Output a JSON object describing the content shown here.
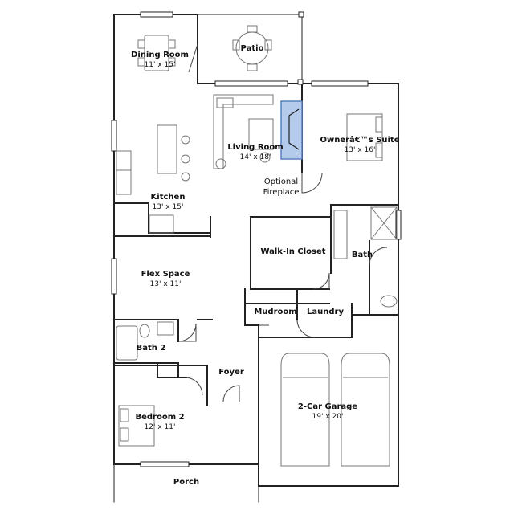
{
  "colors": {
    "wall": "#222222",
    "fixture": "#777777",
    "fireplace_fill": "#b5cbec",
    "fireplace_stroke": "#5a7fbf"
  },
  "rooms": {
    "dining": {
      "name": "Dining Room",
      "dims": "11' x 15'"
    },
    "patio": {
      "name": "Patio"
    },
    "living": {
      "name": "Living Room",
      "dims": "14' x 18'"
    },
    "owner": {
      "name": "Ownerâ€™s Suite",
      "dims": "13' x 16'"
    },
    "fireplace": {
      "line1": "Optional",
      "line2": "Fireplace"
    },
    "kitchen": {
      "name": "Kitchen",
      "dims": "13' x 15'"
    },
    "walkin": {
      "name": "Walk-In Closet"
    },
    "bath": {
      "name": "Bath"
    },
    "flex": {
      "name": "Flex Space",
      "dims": "13' x 11'"
    },
    "mudroom": {
      "name": "Mudroom"
    },
    "laundry": {
      "name": "Laundry"
    },
    "bath2": {
      "name": "Bath 2"
    },
    "foyer": {
      "name": "Foyer"
    },
    "bedroom2": {
      "name": "Bedroom 2",
      "dims": "12' x 11'"
    },
    "garage": {
      "name": "2-Car Garage",
      "dims": "19' x 20'"
    },
    "porch": {
      "name": "Porch"
    }
  },
  "icons": [
    "door-swing-icon",
    "window-icon",
    "bed-icon",
    "car-icon",
    "sink-icon",
    "toilet-icon",
    "tub-icon",
    "shower-icon",
    "table-icon",
    "sofa-icon"
  ]
}
